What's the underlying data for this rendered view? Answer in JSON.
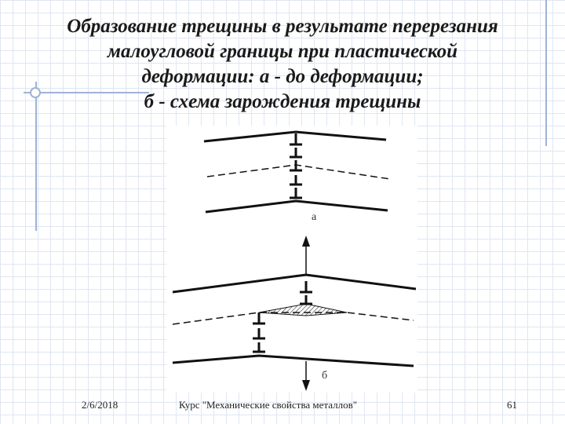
{
  "slide": {
    "title_lines": [
      "Образование трещины в результате перерезания",
      "малоугловой границы при пластической",
      "деформации: а - до деформации;",
      "б - схема зарождения трещины"
    ]
  },
  "figure": {
    "label_a": "а",
    "label_b": "б"
  },
  "footer": {
    "date": "2/6/2018",
    "course": "Курс \"Механические свойства металлов\"",
    "page": "61"
  }
}
